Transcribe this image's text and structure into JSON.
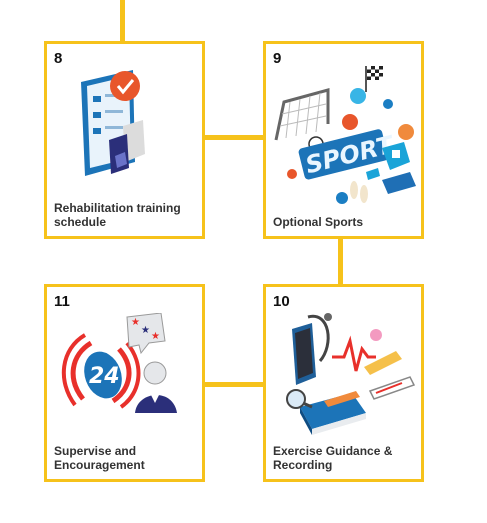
{
  "accent_color": "#f6c21b",
  "steps": [
    {
      "number": "8",
      "label": "Rehabilitation training\nschedule",
      "icon": "clipboard-checklist-icon"
    },
    {
      "number": "9",
      "label": "Optional Sports",
      "icon": "sports-equipment-icon"
    },
    {
      "number": "10",
      "label": "Exercise Guidance &\nRecording",
      "icon": "phone-stethoscope-book-icon"
    },
    {
      "number": "11",
      "label": "Supervise and\nEncouragement",
      "icon": "24h-support-chat-icon"
    }
  ]
}
